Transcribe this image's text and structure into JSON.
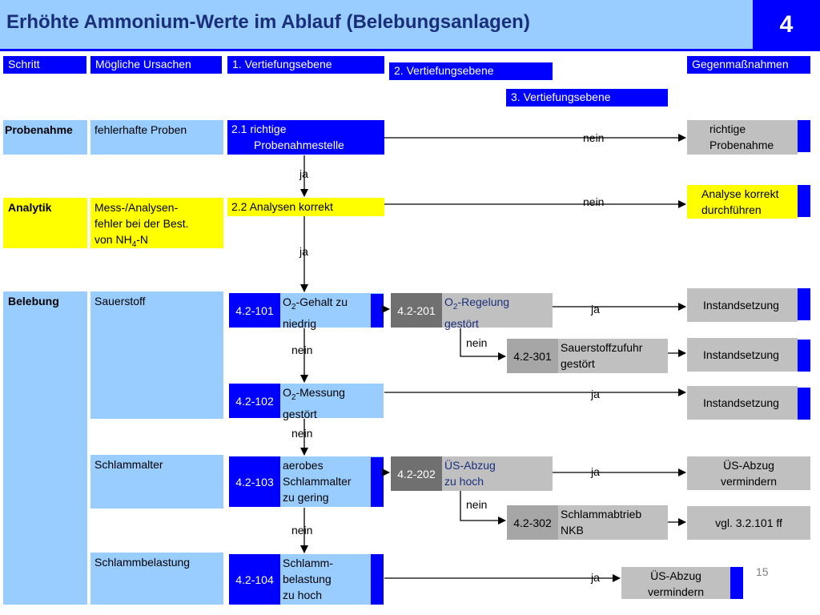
{
  "title": "Erhöhte Ammonium-Werte im Ablauf (Belebungsanlagen)",
  "chapter": "4",
  "slide_number": "15",
  "headers": {
    "schritt": "Schritt",
    "ursachen": "Mögliche Ursachen",
    "ebene1": "1. Vertiefungsebene",
    "ebene2": "2. Vertiefungsebene",
    "ebene3": "3. Vertiefungsebene",
    "gegen": "Gegenmaßnahmen"
  },
  "steps": {
    "probenahme": "Probenahme",
    "analytik": "Analytik",
    "belebung": "Belebung"
  },
  "causes": {
    "proben": "fehlerhafte Proben",
    "mess_1": "Mess-/Analysen-",
    "mess_2": "fehler bei der Best.",
    "mess_3": "von NH",
    "mess_sub": "4",
    "mess_4": "-N",
    "sauerstoff": "Sauerstoff",
    "schlammalter": "Schlammalter",
    "schlammbelastung": "Schlammbelastung"
  },
  "level1": {
    "b21_1": "2.1 richtige",
    "b21_2": "Probenahmestelle",
    "b22": "2.2 Analysen korrekt",
    "c101": "4.2-101",
    "t101_a": "O",
    "t101_sub": "2",
    "t101_b": "-Gehalt zu",
    "t101_c": "niedrig",
    "c102": "4.2-102",
    "t102_a": "O",
    "t102_sub": "2",
    "t102_b": "-Messung",
    "t102_c": "gestört",
    "c103": "4.2-103",
    "t103_1": "aerobes",
    "t103_2": "Schlammalter",
    "t103_3": "zu gering",
    "c104": "4.2-104",
    "t104_1": "Schlamm-",
    "t104_2": "belastung",
    "t104_3": "zu hoch"
  },
  "level2": {
    "c201": "4.2-201",
    "t201_a": "O",
    "t201_sub": "2",
    "t201_b": "-Regelung",
    "t201_c": "gestört",
    "c202": "4.2-202",
    "t202_1": "ÜS-Abzug",
    "t202_2": "zu hoch"
  },
  "level3": {
    "c301": "4.2-301",
    "t301_1": "Sauerstoffzufuhr",
    "t301_2": "gestört",
    "c302": "4.2-302",
    "t302_1": "Schlammabtrieb",
    "t302_2": "NKB"
  },
  "measures": {
    "m1_1": "richtige",
    "m1_2": "Probenahme",
    "m2_1": "Analyse korrekt",
    "m2_2": "durchführen",
    "m3": "Instandsetzung",
    "m4": "Instandsetzung",
    "m5": "Instandsetzung",
    "m6_1": "ÜS-Abzug",
    "m6_2": "vermindern",
    "m7": "vgl. 3.2.101 ff",
    "m8_1": "ÜS-Abzug",
    "m8_2": "vermindern"
  },
  "labels": {
    "nein": "nein",
    "ja": "ja"
  }
}
